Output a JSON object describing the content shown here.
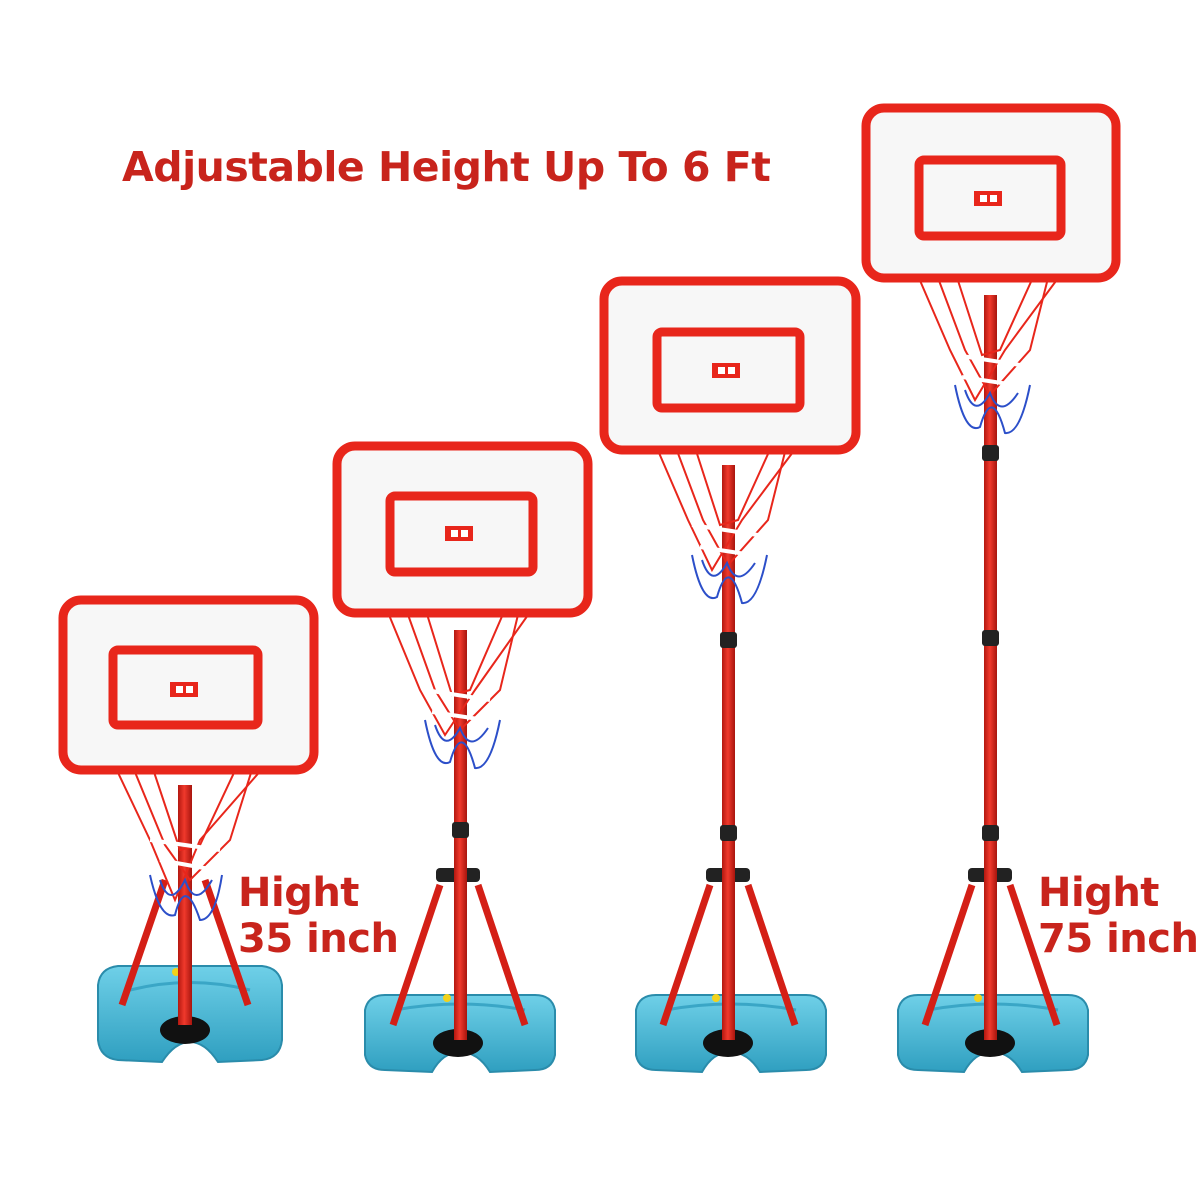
{
  "headline": "Adjustable Height Up To 6 Ft",
  "height_labels": {
    "min": {
      "word": "Hight",
      "value": "35 inch"
    },
    "max": {
      "word": "Hight",
      "value": "75 inch"
    }
  },
  "colors": {
    "frame_red": "#e8261b",
    "text_red": "#c8241c",
    "base_teal": "#4ab8d6",
    "net_blue": "#2c4fc9",
    "board_fill": "#f7f7f7"
  },
  "hoops": [
    {
      "setting": "lowest"
    },
    {
      "setting": "low"
    },
    {
      "setting": "high"
    },
    {
      "setting": "highest"
    }
  ]
}
